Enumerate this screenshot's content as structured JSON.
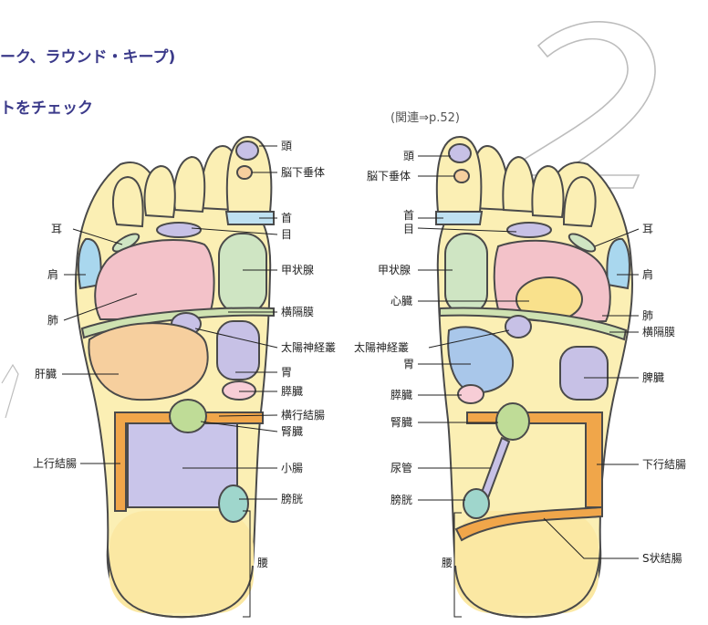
{
  "header": {
    "line1": "ーク、ラウンド・キープ)",
    "line2": "トをチェック"
  },
  "reference": "(関連⇒p.52)",
  "big_numeral": "2",
  "left_foot": {
    "labels": {
      "head": "頭",
      "pituitary": "脳下垂体",
      "neck": "首",
      "eye": "目",
      "ear": "耳",
      "thyroid": "甲状腺",
      "shoulder": "肩",
      "lung": "肺",
      "diaphragm": "横隔膜",
      "solar_plexus": "太陽神経叢",
      "liver": "肝臓",
      "stomach": "胃",
      "pancreas": "膵臓",
      "transverse_colon": "横行結腸",
      "kidney": "腎臓",
      "ascending_colon": "上行結腸",
      "small_intestine": "小腸",
      "bladder": "膀胱",
      "waist": "腰"
    }
  },
  "right_foot": {
    "labels": {
      "head": "頭",
      "pituitary": "脳下垂体",
      "neck": "首",
      "eye": "目",
      "ear": "耳",
      "thyroid": "甲状腺",
      "shoulder": "肩",
      "heart": "心臓",
      "lung": "肺",
      "diaphragm": "横隔膜",
      "solar_plexus": "太陽神経叢",
      "stomach": "胃",
      "spleen": "脾臓",
      "pancreas": "膵臓",
      "kidney": "腎臓",
      "ureter": "尿管",
      "descending_colon": "下行結腸",
      "bladder": "膀胱",
      "sigmoid_colon": "S状結腸",
      "waist": "腰"
    }
  },
  "colors": {
    "header_text": "#3b3a8a",
    "foot_fill": "#fbefb4",
    "outline": "#4a4a4a",
    "lung": "#f3c2c9",
    "liver": "#f6cf9e",
    "thyroid": "#cfe5c3",
    "shoulder": "#a9d7ee",
    "lavender": "#c7c1e6",
    "small_intestine": "#c9c5ea",
    "colon": "#f0a64a",
    "kidney": "#bfdc97",
    "bladder": "#9fd6cc",
    "heart": "#f9e18c",
    "stomach": "#a9c7ea",
    "pancreas": "#f7cdd6",
    "diaphragm": "#cfe2b1",
    "neck": "#bfe1f1"
  }
}
